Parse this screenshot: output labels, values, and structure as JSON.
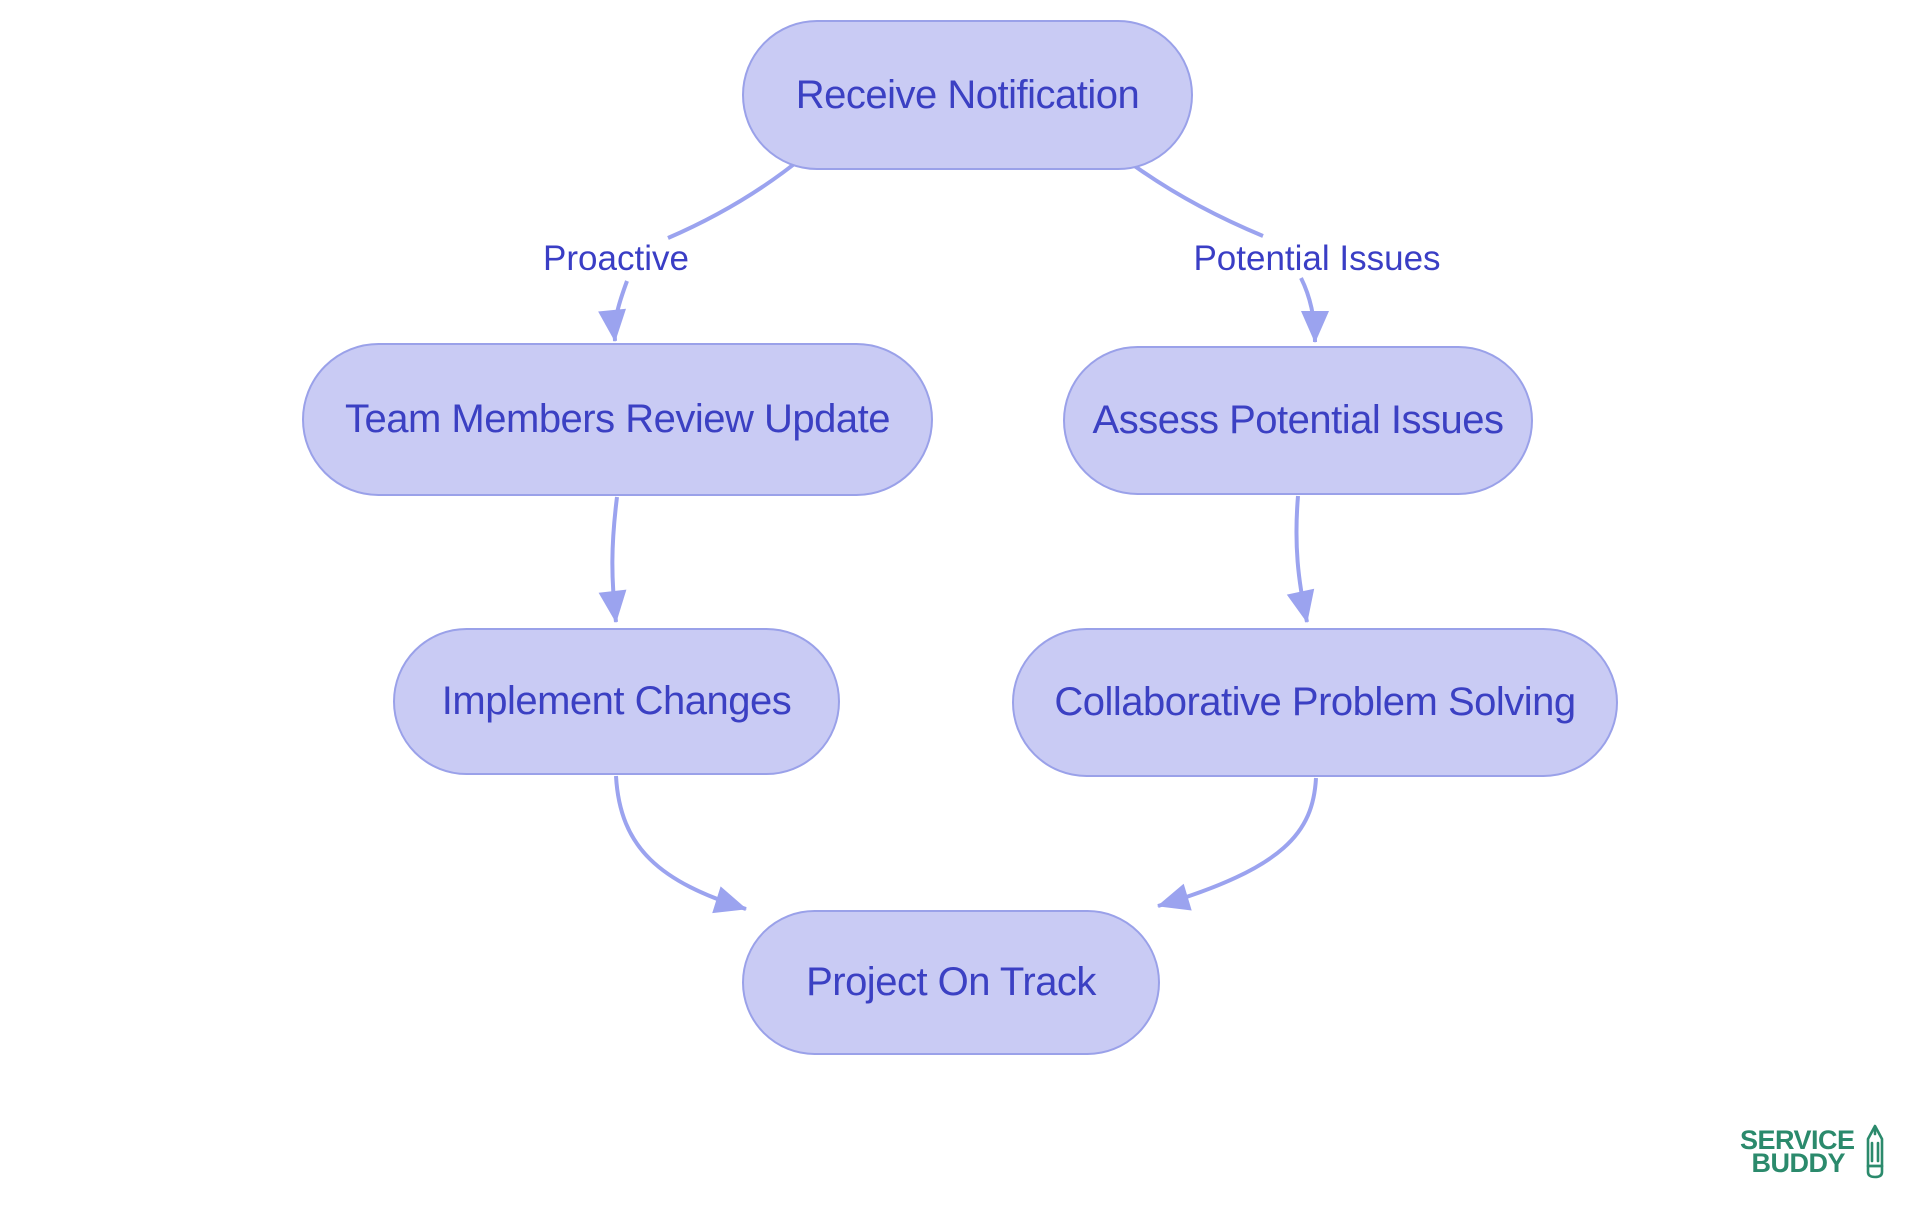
{
  "diagram": {
    "nodes": [
      {
        "id": "receive-notification",
        "label": "Receive Notification"
      },
      {
        "id": "team-members-review-update",
        "label": "Team Members Review Update"
      },
      {
        "id": "assess-potential-issues",
        "label": "Assess Potential Issues"
      },
      {
        "id": "implement-changes",
        "label": "Implement Changes"
      },
      {
        "id": "collaborative-problem-solving",
        "label": "Collaborative Problem Solving"
      },
      {
        "id": "project-on-track",
        "label": "Project On Track"
      }
    ],
    "edge_labels": [
      {
        "label": "Proactive"
      },
      {
        "label": "Potential Issues"
      }
    ],
    "edges": [
      {
        "from": "receive-notification",
        "to": "team-members-review-update",
        "label": "Proactive"
      },
      {
        "from": "receive-notification",
        "to": "assess-potential-issues",
        "label": "Potential Issues"
      },
      {
        "from": "team-members-review-update",
        "to": "implement-changes",
        "label": ""
      },
      {
        "from": "assess-potential-issues",
        "to": "collaborative-problem-solving",
        "label": ""
      },
      {
        "from": "implement-changes",
        "to": "project-on-track",
        "label": ""
      },
      {
        "from": "collaborative-problem-solving",
        "to": "project-on-track",
        "label": ""
      }
    ]
  },
  "branding": {
    "line1": "SERVICE",
    "line2": "BUDDY",
    "icon": "pencil-icon"
  },
  "theme": {
    "node_fill": "#c9cbf4",
    "node_border": "#9aa1e9",
    "edge_color": "#9ba3ef",
    "node_text": "#3b40c3",
    "label_text": "#3a3ec5",
    "logo_green": "#2b8a6c",
    "background": "#ffffff"
  }
}
